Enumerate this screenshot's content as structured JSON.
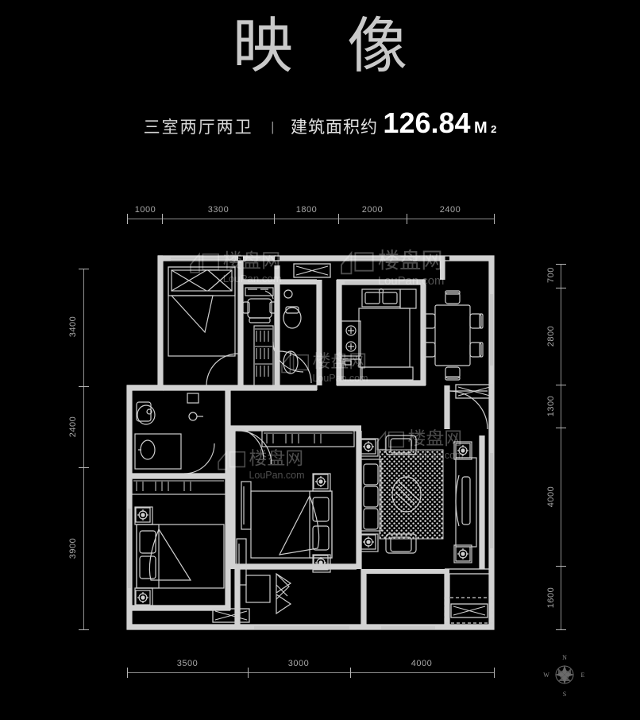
{
  "header": {
    "title": "映 像",
    "room_spec": "三室两厅两卫",
    "divider": "|",
    "area_label": "建筑面积约",
    "area_value": "126.84",
    "area_unit": "M",
    "area_sup": "2"
  },
  "dimensions": {
    "top": [
      "1000",
      "3300",
      "1800",
      "2000",
      "2400"
    ],
    "left": [
      "3400",
      "2400",
      "3900"
    ],
    "right": [
      "700",
      "2800",
      "1300",
      "4000",
      "1600"
    ],
    "bottom": [
      "3500",
      "3000",
      "4000"
    ]
  },
  "compass": {
    "n": "N",
    "e": "E",
    "s": "S",
    "w": "W"
  },
  "watermark": {
    "cn": "楼盘网",
    "en": "LouPan.com"
  },
  "colors": {
    "background": "#000000",
    "wall": "#d8d8d8",
    "furniture": "#c9c9c9",
    "dimension": "#a8a8a8",
    "title": "#c9c9c9"
  }
}
